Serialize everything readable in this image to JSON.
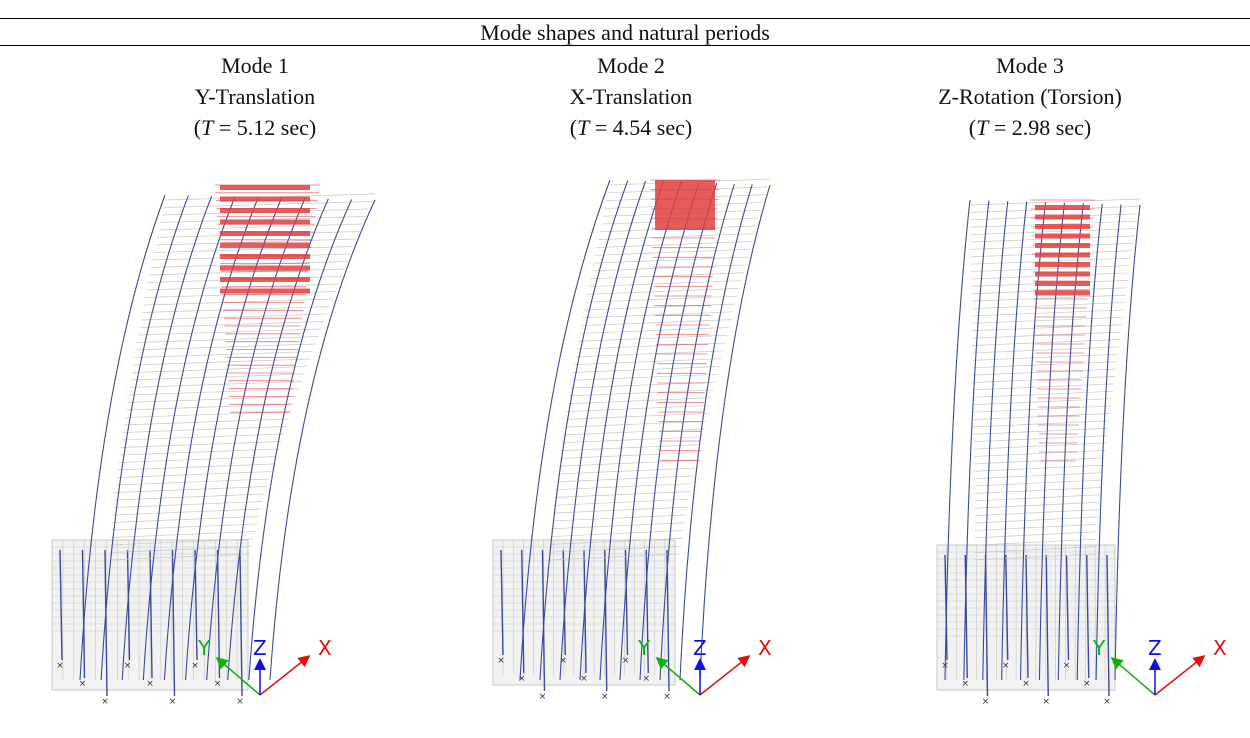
{
  "table": {
    "title": "Mode shapes and natural periods"
  },
  "modes": [
    {
      "label": "Mode 1",
      "shape": "Y-Translation",
      "period_prefix": "(",
      "period_symbol": "T",
      "period_text": " = 5.12 sec)",
      "period_sec": 5.12
    },
    {
      "label": "Mode 2",
      "shape": "X-Translation",
      "period_prefix": "(",
      "period_symbol": "T",
      "period_text": " = 4.54 sec)",
      "period_sec": 4.54
    },
    {
      "label": "Mode 3",
      "shape": "Z-Rotation (Torsion)",
      "period_prefix": "(",
      "period_symbol": "T",
      "period_text": " = 2.98 sec)",
      "period_sec": 2.98
    }
  ],
  "axes_triad": {
    "x": "X",
    "y": "Y",
    "z": "Z"
  },
  "colors": {
    "column_line": "#3a4a9a",
    "mesh_line": "#c8c8c8",
    "core_highlight": "#e04040",
    "axis_x": "#e01010",
    "axis_y": "#10b010",
    "axis_z": "#1010e0"
  }
}
